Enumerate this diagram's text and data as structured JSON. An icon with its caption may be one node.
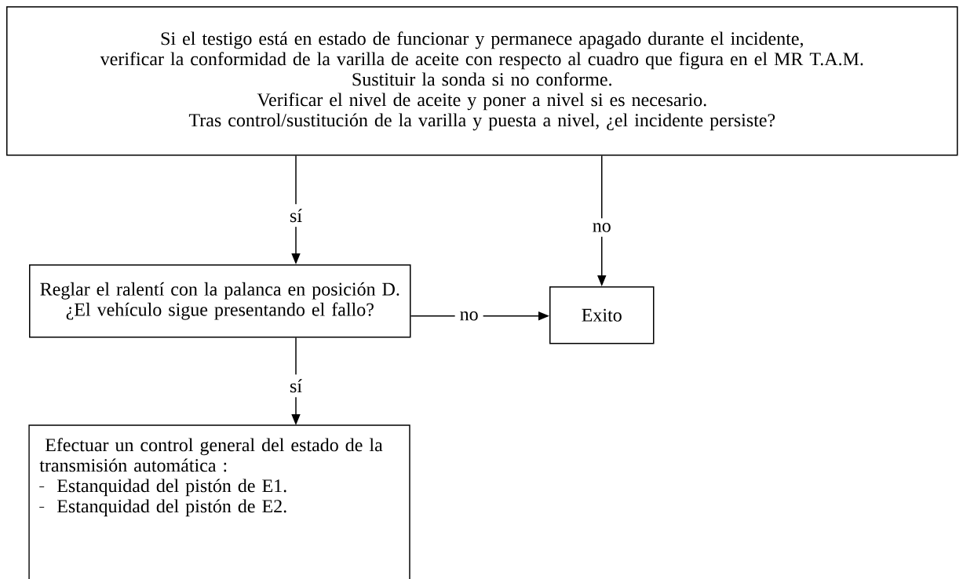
{
  "diagram": {
    "nodes": [
      {
        "text": [
          "Si el testigo está en estado de funcionar y permanece apagado durante el incidente,",
          "verificar la conformidad de la varilla de aceite con respecto al cuadro que figura en el MR T.A.M.",
          "Sustituir la sonda si no conforme.",
          "Verificar el nivel de aceite y poner a nivel si es necesario.",
          "Tras control/sustitución de la varilla y puesta a nivel, ¿el incidente persiste?"
        ]
      },
      {
        "text": [
          "Reglar el ralentí con la palanca en posición D.",
          "¿El vehículo sigue presentando el fallo?"
        ]
      },
      {
        "text": [
          "Exito"
        ]
      },
      {
        "text": [
          "Efectuar un control general del estado de la transmisión automática :",
          "Estanquidad del pistón de E1.",
          "Estanquidad del pistón de E2."
        ]
      }
    ],
    "edges": [
      {
        "from": 0,
        "to": 1,
        "arrow": "to",
        "label": "sí"
      },
      {
        "from": 0,
        "to": 2,
        "arrow": "to",
        "label": "no"
      },
      {
        "from": 1,
        "to": 2,
        "arrow": "to",
        "label": "no"
      },
      {
        "from": 1,
        "to": 3,
        "arrow": "to",
        "label": "sí"
      }
    ]
  }
}
